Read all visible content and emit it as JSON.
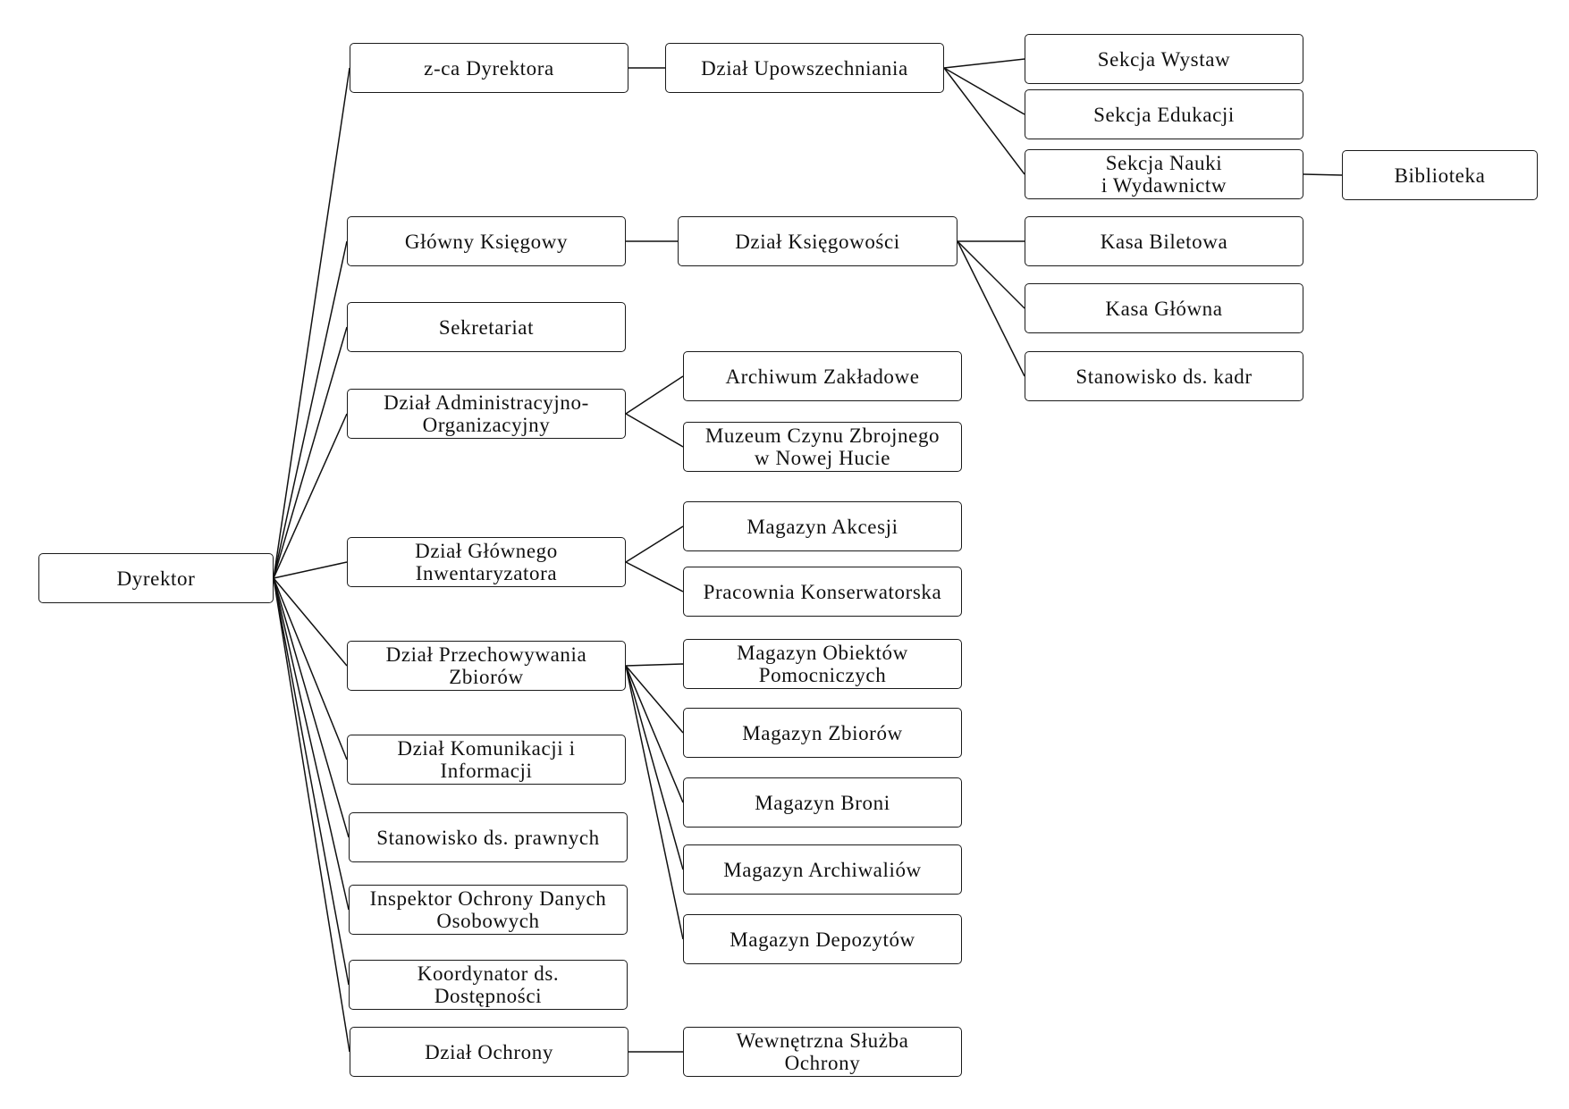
{
  "diagram": {
    "type": "org-chart",
    "root": "dyrektor",
    "nodes": [
      {
        "id": "dyrektor",
        "label": "Dyrektor"
      },
      {
        "id": "zca",
        "label": "z-ca Dyrektora"
      },
      {
        "id": "glowny_ksiegowy",
        "label": "Główny Księgowy"
      },
      {
        "id": "sekretariat",
        "label": "Sekretariat"
      },
      {
        "id": "dzial_adm",
        "label": "Dział Administracyjno-\nOrganizacyjny"
      },
      {
        "id": "dzial_inw",
        "label": "Dział Głównego\nInwentaryzatora"
      },
      {
        "id": "dzial_przech",
        "label": "Dział Przechowywania\nZbiorów"
      },
      {
        "id": "dzial_kom",
        "label": "Dział Komunikacji i\nInformacji"
      },
      {
        "id": "st_prawne",
        "label": "Stanowisko ds. prawnych"
      },
      {
        "id": "iod",
        "label": "Inspektor Ochrony Danych\nOsobowych"
      },
      {
        "id": "koord",
        "label": "Koordynator ds.\nDostępności"
      },
      {
        "id": "dzial_ochrony",
        "label": "Dział Ochrony"
      },
      {
        "id": "dzial_upow",
        "label": "Dział Upowszechniania"
      },
      {
        "id": "dzial_ksieg",
        "label": "Dział Księgowości"
      },
      {
        "id": "archiwum",
        "label": "Archiwum Zakładowe"
      },
      {
        "id": "muzeum",
        "label": "Muzeum Czynu Zbrojnego\nw Nowej Hucie"
      },
      {
        "id": "mag_akcesji",
        "label": "Magazyn Akcesji"
      },
      {
        "id": "pracownia",
        "label": "Pracownia Konserwatorska"
      },
      {
        "id": "mag_obiektow",
        "label": "Magazyn Obiektów\nPomocniczych"
      },
      {
        "id": "mag_zbiorow",
        "label": "Magazyn Zbiorów"
      },
      {
        "id": "mag_broni",
        "label": "Magazyn Broni"
      },
      {
        "id": "mag_archiwaliow",
        "label": "Magazyn Archiwaliów"
      },
      {
        "id": "mag_depozytow",
        "label": "Magazyn Depozytów"
      },
      {
        "id": "wso",
        "label": "Wewnętrzna Służba\nOchrony"
      },
      {
        "id": "sekcja_wystaw",
        "label": "Sekcja Wystaw"
      },
      {
        "id": "sekcja_edukacji",
        "label": "Sekcja Edukacji"
      },
      {
        "id": "sekcja_nauki",
        "label": "Sekcja Nauki\ni Wydawnictw"
      },
      {
        "id": "biblioteka",
        "label": "Biblioteka"
      },
      {
        "id": "kasa_biletowa",
        "label": "Kasa Biletowa"
      },
      {
        "id": "kasa_glowna",
        "label": "Kasa Główna"
      },
      {
        "id": "st_kadr",
        "label": "Stanowisko ds. kadr"
      }
    ],
    "edges": [
      [
        "dyrektor",
        "zca"
      ],
      [
        "dyrektor",
        "glowny_ksiegowy"
      ],
      [
        "dyrektor",
        "sekretariat"
      ],
      [
        "dyrektor",
        "dzial_adm"
      ],
      [
        "dyrektor",
        "dzial_inw"
      ],
      [
        "dyrektor",
        "dzial_przech"
      ],
      [
        "dyrektor",
        "dzial_kom"
      ],
      [
        "dyrektor",
        "st_prawne"
      ],
      [
        "dyrektor",
        "iod"
      ],
      [
        "dyrektor",
        "koord"
      ],
      [
        "dyrektor",
        "dzial_ochrony"
      ],
      [
        "zca",
        "dzial_upow"
      ],
      [
        "dzial_upow",
        "sekcja_wystaw"
      ],
      [
        "dzial_upow",
        "sekcja_edukacji"
      ],
      [
        "dzial_upow",
        "sekcja_nauki"
      ],
      [
        "sekcja_nauki",
        "biblioteka"
      ],
      [
        "glowny_ksiegowy",
        "dzial_ksieg"
      ],
      [
        "dzial_ksieg",
        "kasa_biletowa"
      ],
      [
        "dzial_ksieg",
        "kasa_glowna"
      ],
      [
        "dzial_ksieg",
        "st_kadr"
      ],
      [
        "dzial_adm",
        "archiwum"
      ],
      [
        "dzial_adm",
        "muzeum"
      ],
      [
        "dzial_inw",
        "mag_akcesji"
      ],
      [
        "dzial_inw",
        "pracownia"
      ],
      [
        "dzial_przech",
        "mag_obiektow"
      ],
      [
        "dzial_przech",
        "mag_zbiorow"
      ],
      [
        "dzial_przech",
        "mag_broni"
      ],
      [
        "dzial_przech",
        "mag_archiwaliow"
      ],
      [
        "dzial_przech",
        "mag_depozytow"
      ],
      [
        "dzial_ochrony",
        "wso"
      ]
    ]
  }
}
